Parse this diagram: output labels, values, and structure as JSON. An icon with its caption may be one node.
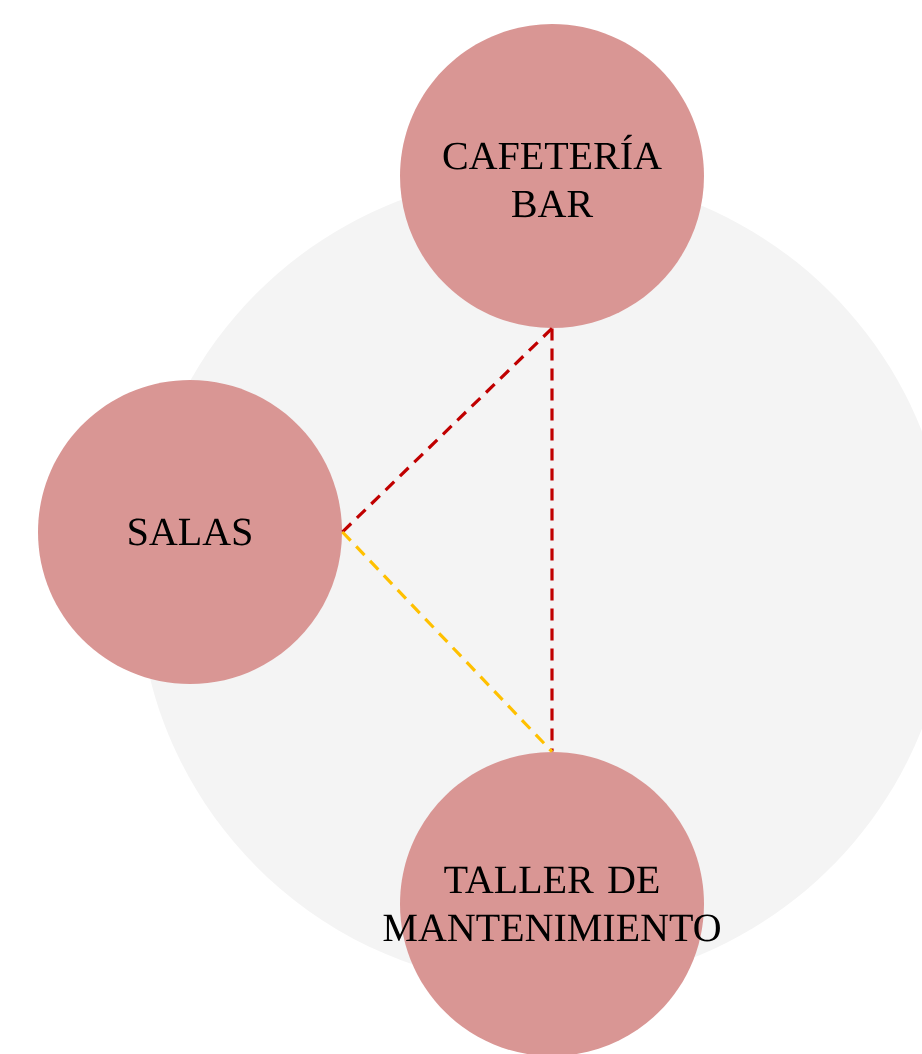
{
  "diagram": {
    "nodes": [
      {
        "text": [
          "CAFETERÍA BAR"
        ]
      },
      {
        "text": [
          "SALAS"
        ]
      },
      {
        "text": [
          "TALLER DE MANTENIMIENTO"
        ]
      }
    ],
    "edges": [
      {
        "from": 0,
        "to": 1,
        "arrow": "none",
        "style": "dashed"
      },
      {
        "from": 0,
        "to": 2,
        "arrow": "none",
        "style": "dashed"
      },
      {
        "from": 1,
        "to": 2,
        "arrow": "none",
        "style": "dashed",
        "color": "#ffc000"
      }
    ]
  }
}
